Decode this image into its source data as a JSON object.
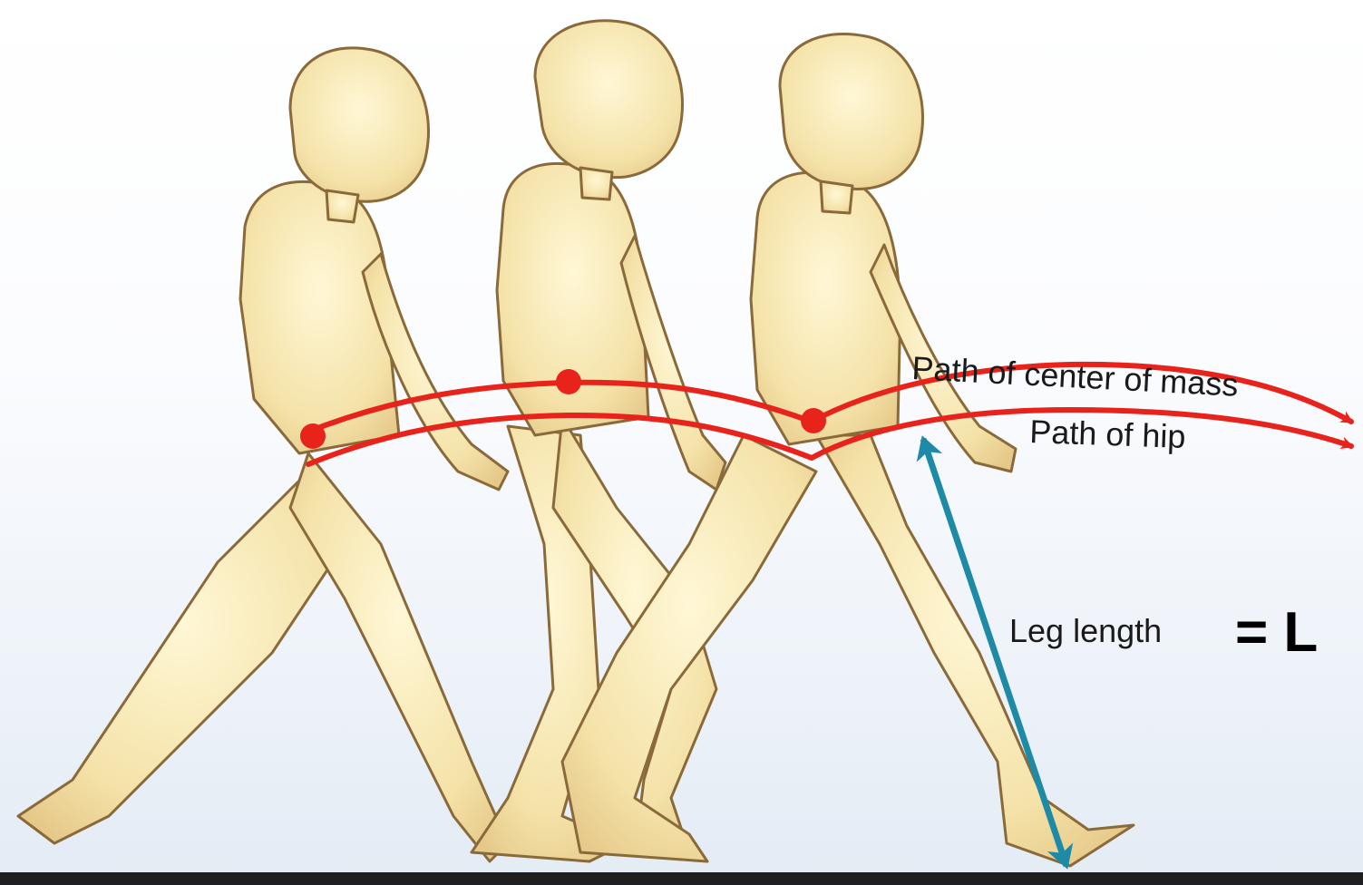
{
  "labels": {
    "center_of_mass_path": "Path of center of mass",
    "hip_path": "Path of hip",
    "leg_length": "Leg length",
    "leg_length_symbol": "= L"
  },
  "colors": {
    "path_line": "#e8231c",
    "leg_arrow": "#1f8aa6",
    "skin": "#f6e7b3",
    "outline": "#8a6a3a",
    "ground": "#1f1f1f"
  }
}
